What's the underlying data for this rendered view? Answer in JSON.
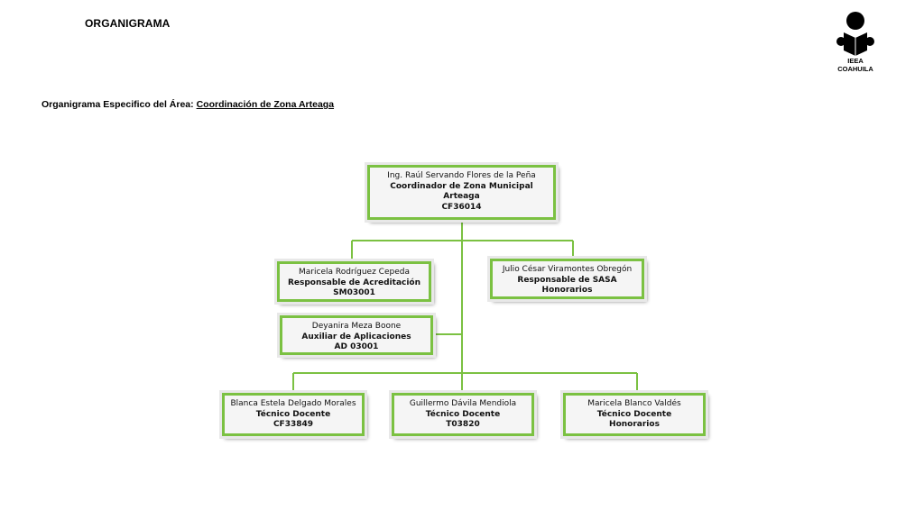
{
  "header": {
    "title": "ORGANIGRAMA",
    "logo_line1": "IEEA",
    "logo_line2": "COAHUILA"
  },
  "subtitle": {
    "prefix": "Organigrama Especifico del Área:",
    "area": "Coordinación de Zona Arteaga"
  },
  "colors": {
    "connector": "#7bc142",
    "box_border": "#7bc142",
    "box_fill": "#f5f5f5"
  },
  "nodes": {
    "coordinator": {
      "name": "Ing. Raúl Servando Flores de la Peña",
      "role": "Coordinador de Zona Municipal Arteaga",
      "code": "CF36014"
    },
    "acreditacion": {
      "name": "Maricela Rodríguez Cepeda",
      "role": "Responsable de Acreditación",
      "code": "SM03001"
    },
    "sasa": {
      "name": "Julio César Viramontes Obregón",
      "role": "Responsable de SASA",
      "code": "Honorarios"
    },
    "aplicaciones": {
      "name": "Deyanira Meza Boone",
      "role": "Auxiliar de Aplicaciones",
      "code": "AD 03001"
    },
    "docente1": {
      "name": "Blanca Estela Delgado Morales",
      "role": "Técnico Docente",
      "code": "CF33849"
    },
    "docente2": {
      "name": "Guillermo Dávila Mendiola",
      "role": "Técnico Docente",
      "code": "T03820"
    },
    "docente3": {
      "name": "Maricela Blanco Valdés",
      "role": "Técnico Docente",
      "code": "Honorarios"
    }
  }
}
